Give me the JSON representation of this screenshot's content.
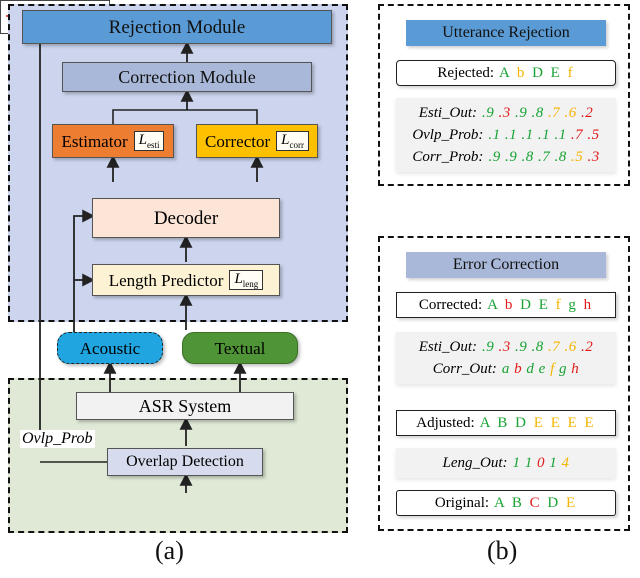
{
  "figure": {
    "caption_a": "(a)",
    "caption_b": "(b)"
  },
  "colors": {
    "green": "#19a335",
    "red": "#e11a1a",
    "orange": "#f5b400",
    "rejection_module_bg": "#5b9bd5",
    "correction_module_bg": "#a9b8d8",
    "estimator_bg": "#ed7d31",
    "corrector_bg": "#ffc000",
    "decoder_bg": "#fce4d6",
    "length_predictor_bg": "#fdf3d4",
    "acoustic_bg": "#21a5e0",
    "textual_bg": "#4f9436",
    "asr_bg": "#f2f2f2",
    "overlap_detection_bg": "#d6dced",
    "upper_region_bg": "#ccd4ee",
    "lower_region_bg": "#dfe9d6"
  },
  "system_diagram": {
    "rejection_module": "Rejection Module",
    "correction_module": "Correction Module",
    "estimator": {
      "label": "Estimator",
      "loss": "L",
      "loss_sub": "esti"
    },
    "corrector": {
      "label": "Corrector",
      "loss": "L",
      "loss_sub": "corr"
    },
    "decoder": "Decoder",
    "length_predictor": {
      "label": "Length Predictor",
      "loss": "L",
      "loss_sub": "leng"
    },
    "acoustic": "Acoustic",
    "textual": "Textual",
    "asr_system": "ASR System",
    "overlap_detection": "Overlap Detection",
    "ovlp_prob_label": "Ovlp_Prob",
    "waveform": "audio-waveform"
  },
  "utterance_rejection": {
    "header": "Utterance Rejection",
    "rejected": {
      "label": "Rejected:",
      "tokens": [
        {
          "t": "A",
          "c": "green"
        },
        {
          "t": "b",
          "c": "orange"
        },
        {
          "t": "D",
          "c": "green"
        },
        {
          "t": "E",
          "c": "green"
        },
        {
          "t": "f",
          "c": "orange"
        }
      ]
    },
    "esti_out": {
      "label": "Esti_Out:",
      "tokens": [
        {
          "t": ".9",
          "c": "green"
        },
        {
          "t": ".3",
          "c": "red"
        },
        {
          "t": ".9",
          "c": "green"
        },
        {
          "t": ".8",
          "c": "green"
        },
        {
          "t": ".7",
          "c": "orange"
        },
        {
          "t": ".6",
          "c": "orange"
        },
        {
          "t": ".2",
          "c": "red"
        }
      ]
    },
    "ovlp_prob": {
      "label": "Ovlp_Prob:",
      "tokens": [
        {
          "t": ".1",
          "c": "green"
        },
        {
          "t": ".1",
          "c": "green"
        },
        {
          "t": ".1",
          "c": "green"
        },
        {
          "t": ".1",
          "c": "green"
        },
        {
          "t": ".1",
          "c": "green"
        },
        {
          "t": ".7",
          "c": "red"
        },
        {
          "t": ".5",
          "c": "red"
        }
      ]
    },
    "corr_prob": {
      "label": "Corr_Prob:",
      "tokens": [
        {
          "t": ".9",
          "c": "green"
        },
        {
          "t": ".9",
          "c": "green"
        },
        {
          "t": ".8",
          "c": "green"
        },
        {
          "t": ".7",
          "c": "green"
        },
        {
          "t": ".8",
          "c": "green"
        },
        {
          "t": ".5",
          "c": "orange"
        },
        {
          "t": ".3",
          "c": "red"
        }
      ]
    }
  },
  "error_correction": {
    "header": "Error Correction",
    "corrected": {
      "label": "Corrected:",
      "tokens": [
        {
          "t": "A",
          "c": "green"
        },
        {
          "t": "b",
          "c": "red"
        },
        {
          "t": "D",
          "c": "green"
        },
        {
          "t": "E",
          "c": "green"
        },
        {
          "t": "f",
          "c": "orange"
        },
        {
          "t": "g",
          "c": "green"
        },
        {
          "t": "h",
          "c": "red"
        }
      ]
    },
    "esti_out": {
      "label": "Esti_Out:",
      "tokens": [
        {
          "t": ".9",
          "c": "green"
        },
        {
          "t": ".3",
          "c": "red"
        },
        {
          "t": ".9",
          "c": "green"
        },
        {
          "t": ".8",
          "c": "green"
        },
        {
          "t": ".7",
          "c": "orange"
        },
        {
          "t": ".6",
          "c": "orange"
        },
        {
          "t": ".2",
          "c": "red"
        }
      ]
    },
    "corr_out": {
      "label": "Corr_Out:",
      "tokens": [
        {
          "t": "a",
          "c": "green"
        },
        {
          "t": "b",
          "c": "red"
        },
        {
          "t": "d",
          "c": "green"
        },
        {
          "t": "e",
          "c": "green"
        },
        {
          "t": "f",
          "c": "orange"
        },
        {
          "t": "g",
          "c": "green"
        },
        {
          "t": "h",
          "c": "red"
        }
      ]
    },
    "adjusted": {
      "label": "Adjusted:",
      "tokens": [
        {
          "t": "A",
          "c": "green"
        },
        {
          "t": "B",
          "c": "green"
        },
        {
          "t": "D",
          "c": "green"
        },
        {
          "t": "E",
          "c": "orange"
        },
        {
          "t": "E",
          "c": "orange"
        },
        {
          "t": "E",
          "c": "orange"
        },
        {
          "t": "E",
          "c": "orange"
        }
      ]
    },
    "leng_out": {
      "label": "Leng_Out:",
      "tokens": [
        {
          "t": "1",
          "c": "green"
        },
        {
          "t": "1",
          "c": "green"
        },
        {
          "t": "0",
          "c": "red"
        },
        {
          "t": "1",
          "c": "green"
        },
        {
          "t": "4",
          "c": "orange"
        }
      ]
    },
    "original": {
      "label": "Original:",
      "tokens": [
        {
          "t": "A",
          "c": "green"
        },
        {
          "t": "B",
          "c": "green"
        },
        {
          "t": "C",
          "c": "red"
        },
        {
          "t": "D",
          "c": "green"
        },
        {
          "t": "E",
          "c": "orange"
        }
      ]
    }
  }
}
